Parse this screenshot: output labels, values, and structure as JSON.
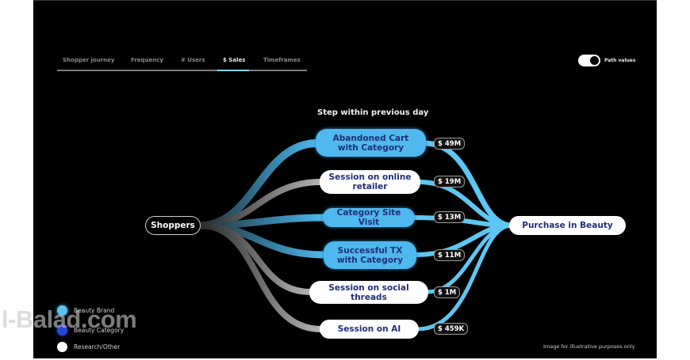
{
  "tabs": [
    {
      "label": "Shopper journey",
      "active": false
    },
    {
      "label": "Frequency",
      "active": false
    },
    {
      "label": "# Users",
      "active": false
    },
    {
      "label": "$ Sales",
      "active": true
    },
    {
      "label": "Timeframes",
      "active": false
    }
  ],
  "toggle": {
    "label": "Path values",
    "state": "on"
  },
  "diagram": {
    "heading": "Step within previous day",
    "start_node": "Shoppers",
    "end_node": "Purchase in Beauty",
    "steps": [
      {
        "label": "Abandoned Cart with Category",
        "value": "$ 49M",
        "category": "Beauty Brand",
        "color": "#4fb8ee"
      },
      {
        "label": "Session on online retailer",
        "value": "$ 19M",
        "category": "Research/Other",
        "color": "#ffffff"
      },
      {
        "label": "Category Site Visit",
        "value": "$ 13M",
        "category": "Beauty Brand",
        "color": "#4fb8ee"
      },
      {
        "label": "Successful TX with Category",
        "value": "$ 11M",
        "category": "Beauty Brand",
        "color": "#4fb8ee"
      },
      {
        "label": "Session on social threads",
        "value": "$ 1M",
        "category": "Research/Other",
        "color": "#ffffff"
      },
      {
        "label": "Session on AI",
        "value": "$ 459K",
        "category": "Research/Other",
        "color": "#ffffff"
      }
    ]
  },
  "legend": [
    {
      "label": "Beauty Brand",
      "color": "#5cc3f0"
    },
    {
      "label": "Beauty Category",
      "color": "#2748d8"
    },
    {
      "label": "Research/Other",
      "color": "#ffffff"
    }
  ],
  "footer": {
    "disclaimer": "Image for illustrative purposes only"
  },
  "watermark": "l-Balad.com",
  "colors": {
    "background": "#000000",
    "accent_blue": "#4fb8ee",
    "flow_right": "#5ec6f2",
    "node_text": "#1f2f78"
  }
}
